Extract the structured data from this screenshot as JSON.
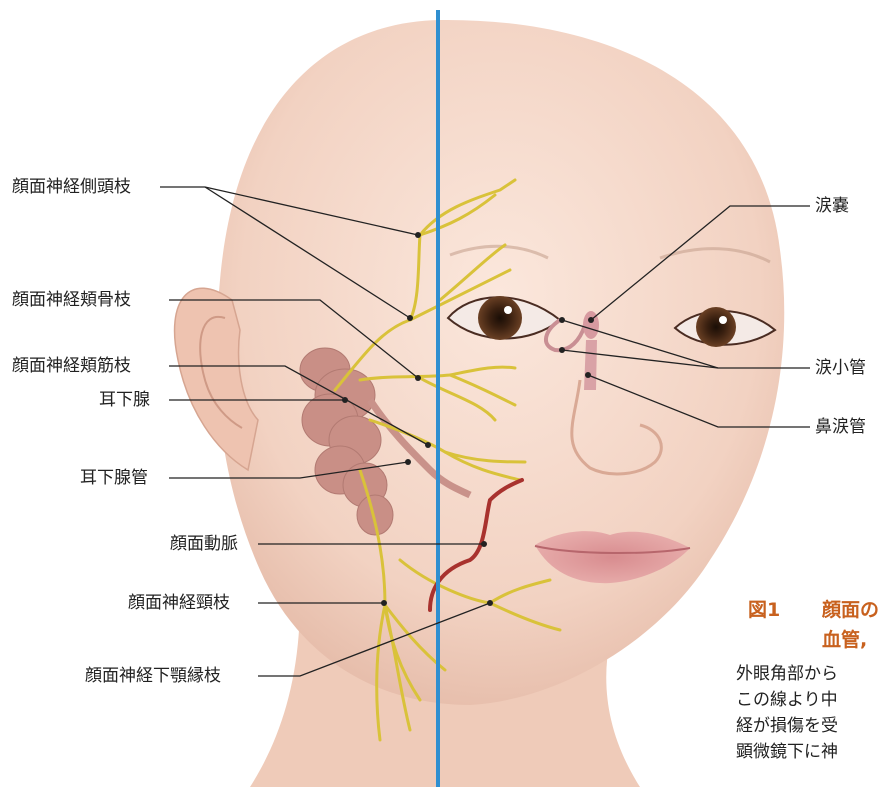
{
  "labels": {
    "temporal_branch": "顔面神経側頭枝",
    "zygomatic_branch": "顔面神経頬骨枝",
    "buccal_branch": "顔面神経頬筋枝",
    "parotid_gland": "耳下腺",
    "parotid_duct": "耳下腺管",
    "facial_artery": "顔面動脈",
    "cervical_branch": "顔面神経頸枝",
    "mandibular_branch": "顔面神経下顎縁枝",
    "lacrimal_sac": "涙嚢",
    "lacrimal_canaliculi": "涙小管",
    "nasolacrimal_duct": "鼻涙管"
  },
  "figure": {
    "number": "図1",
    "title_line1": "顔面の",
    "title_line2": "血管,"
  },
  "caption_lines": [
    "外眼角部から",
    "この線より中",
    "経が損傷を受",
    "顕微鏡下に神"
  ],
  "colors": {
    "nerve": "#d9c23a",
    "artery": "#a8322e",
    "midline": "#2f8fd0",
    "gland": "#c98f86",
    "accent": "#c8611e"
  }
}
